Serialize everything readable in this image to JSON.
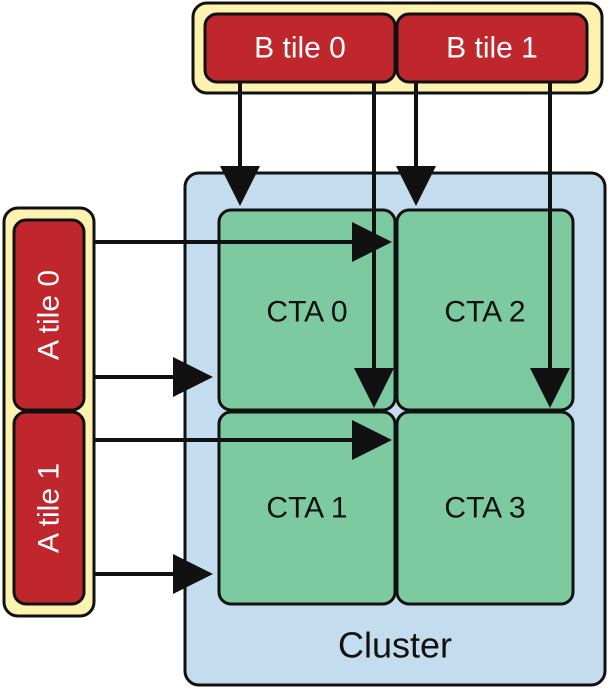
{
  "colors": {
    "outline": "#111111",
    "tile_red": "#c0272d",
    "tile_group_fill": "#fdf2b0",
    "cluster_fill": "#c4ddee",
    "cta_fill": "#7dcaa1",
    "arrow": "#111111"
  },
  "b_tiles": [
    {
      "label": "B tile 0"
    },
    {
      "label": "B tile 1"
    }
  ],
  "a_tiles": [
    {
      "label": "A tile 0"
    },
    {
      "label": "A tile 1"
    }
  ],
  "ctas": [
    {
      "label": "CTA 0"
    },
    {
      "label": "CTA 2"
    },
    {
      "label": "CTA 1"
    },
    {
      "label": "CTA 3"
    }
  ],
  "cluster": {
    "label": "Cluster"
  }
}
